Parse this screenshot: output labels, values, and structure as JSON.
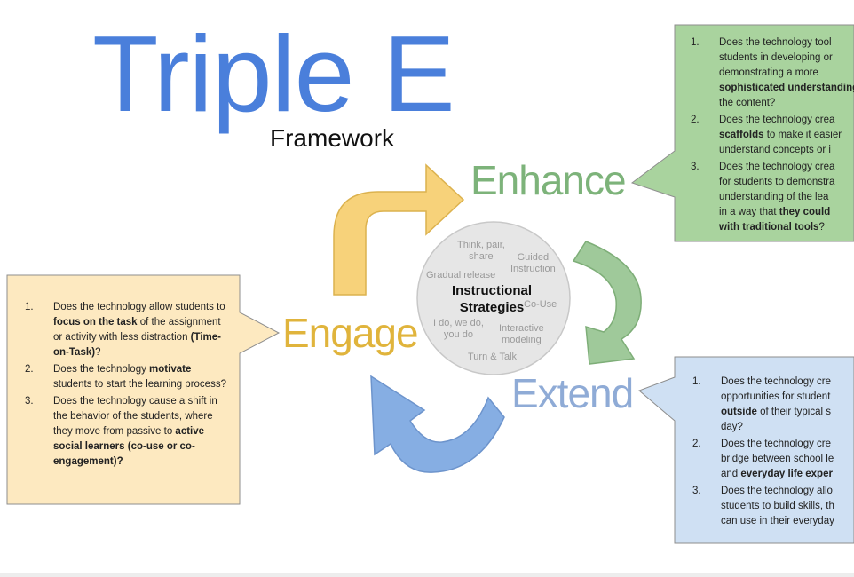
{
  "title": "Triple E",
  "subtitle": "Framework",
  "stages": {
    "enhance": "Enhance",
    "engage": "Engage",
    "extend": "Extend"
  },
  "center": {
    "title_line1": "Instructional",
    "title_line2": "Strategies",
    "items": {
      "think_pair_share_1": "Think, pair,",
      "think_pair_share_2": "share",
      "guided_1": "Guided",
      "guided_2": "Instruction",
      "gradual_release": "Gradual release",
      "co_use": "Co-Use",
      "i_do_1": "I do, we do,",
      "i_do_2": "you do",
      "interactive_1": "Interactive",
      "interactive_2": "modeling",
      "turn_talk": "Turn & Talk"
    }
  },
  "enhance_questions": {
    "q1": {
      "num": "1.",
      "l1": "Does the technology tool",
      "l2": "students in developing or",
      "l3": "demonstrating a more",
      "l4_bold": "sophisticated understanding",
      "l5": "the content?"
    },
    "q2": {
      "num": "2.",
      "l1": "Does the technology crea",
      "l2_bold": "scaffolds",
      "l2_rest": " to make it easier",
      "l3": "understand concepts or i"
    },
    "q3": {
      "num": "3.",
      "l1": "Does the technology crea",
      "l2": "for students to demonstra",
      "l3": "understanding of the lea",
      "l4_pre": "in a way that ",
      "l4_bold": "they could",
      "l5_bold": "with traditional tools",
      "l5_rest": "?"
    }
  },
  "engage_questions": {
    "q1": {
      "num": "1.",
      "t1": "Does the technology allow students to ",
      "b1": "focus on the task",
      "t2": " of the assignment or activity with less distraction ",
      "b2": "(Time-on-Task)",
      "t3": "?"
    },
    "q2": {
      "num": "2.",
      "t1": "Does the technology ",
      "b1": "motivate",
      "t2": " students to start the learning process?"
    },
    "q3": {
      "num": "3.",
      "t1": "Does the technology cause a shift in the behavior of the students, where they move from passive to ",
      "b1": "active social learners (co-use or co-engagement)?"
    }
  },
  "extend_questions": {
    "q1": {
      "num": "1.",
      "l1": "Does the technology cre",
      "l2": "opportunities for student",
      "l3_bold": "outside",
      "l3_rest": " of their typical s",
      "l4": "day?"
    },
    "q2": {
      "num": "2.",
      "l1": "Does the technology cre",
      "l2": "bridge between school le",
      "l3_pre": "and ",
      "l3_bold": "everyday life exper"
    },
    "q3": {
      "num": "3.",
      "l1": "Does the technology allo",
      "l2": "students to build skills, th",
      "l3": "can use in their everyday"
    }
  },
  "colors": {
    "title_blue": "#4a7fdb",
    "enhance_green": "#7db37a",
    "enhance_box": "#a9d39e",
    "engage_yellow": "#e0b43c",
    "engage_box": "#fde9c0",
    "extend_blue": "#8fabd6",
    "extend_box": "#cfe0f3",
    "center_circle": "#e6e6e6"
  }
}
